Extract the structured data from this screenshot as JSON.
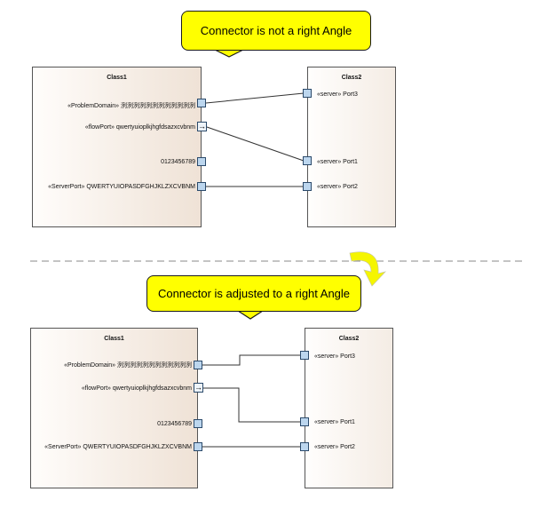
{
  "callouts": {
    "top": "Connector is not a right Angle",
    "bottom": "Connector is adjusted to a right Angle"
  },
  "class1": {
    "title": "Class1",
    "ports": [
      "«ProblemDomain» 洌洌洌洌洌洌洌洌洌洌洌洌",
      "«flowPort» qwertyuioplkjhgfdsazxcvbnm",
      "0123456789",
      "«ServerPort» QWERTYUIOPASDFGHJKLZXCVBNM"
    ],
    "flow_glyph": "→"
  },
  "class2": {
    "title": "Class2",
    "ports": [
      "«server» Port3",
      "«server» Port1",
      "«server» Port2"
    ]
  },
  "colors": {
    "callout": "#ffff00",
    "arrow": "#e8e800",
    "port": "#bcd6ee",
    "class_fill": "#efe2d6"
  }
}
